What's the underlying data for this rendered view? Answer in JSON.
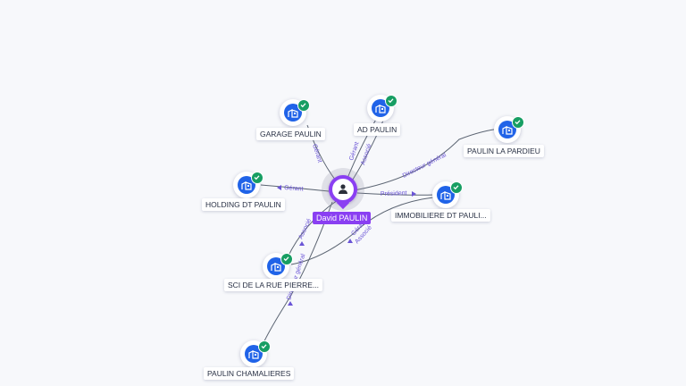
{
  "person": {
    "name": "David PAULIN"
  },
  "companies": [
    {
      "id": "garage",
      "name": "GARAGE PAULIN"
    },
    {
      "id": "ad",
      "name": "AD PAULIN"
    },
    {
      "id": "pardieu",
      "name": "PAULIN LA PARDIEU"
    },
    {
      "id": "holding",
      "name": "HOLDING DT PAULIN"
    },
    {
      "id": "immo",
      "name": "IMMOBILIERE DT PAULI..."
    },
    {
      "id": "sci",
      "name": "SCI DE LA RUE PIERRE..."
    },
    {
      "id": "chamalieres",
      "name": "PAULIN CHAMALIERES"
    }
  ],
  "edges": [
    {
      "to": "garage",
      "label": "Gérant"
    },
    {
      "to": "ad",
      "label": "Gérant"
    },
    {
      "to": "ad",
      "label": "Associé"
    },
    {
      "to": "pardieu",
      "label": "Directeur général"
    },
    {
      "to": "holding",
      "label": "Gérant"
    },
    {
      "to": "immo",
      "label": "Président"
    },
    {
      "to": "sci",
      "label": "Associé"
    },
    {
      "to": "sci",
      "label": "Gérant"
    },
    {
      "to": "sci",
      "label": "Associé"
    },
    {
      "to": "chamalieres",
      "label": "Directeur général"
    }
  ],
  "colors": {
    "person": "#8a3ff2",
    "company": "#2063e8",
    "verified": "#179e63",
    "edge": "#6a54d6"
  },
  "icons": {
    "company": "building-icon",
    "person": "person-icon",
    "verified": "check-icon"
  }
}
